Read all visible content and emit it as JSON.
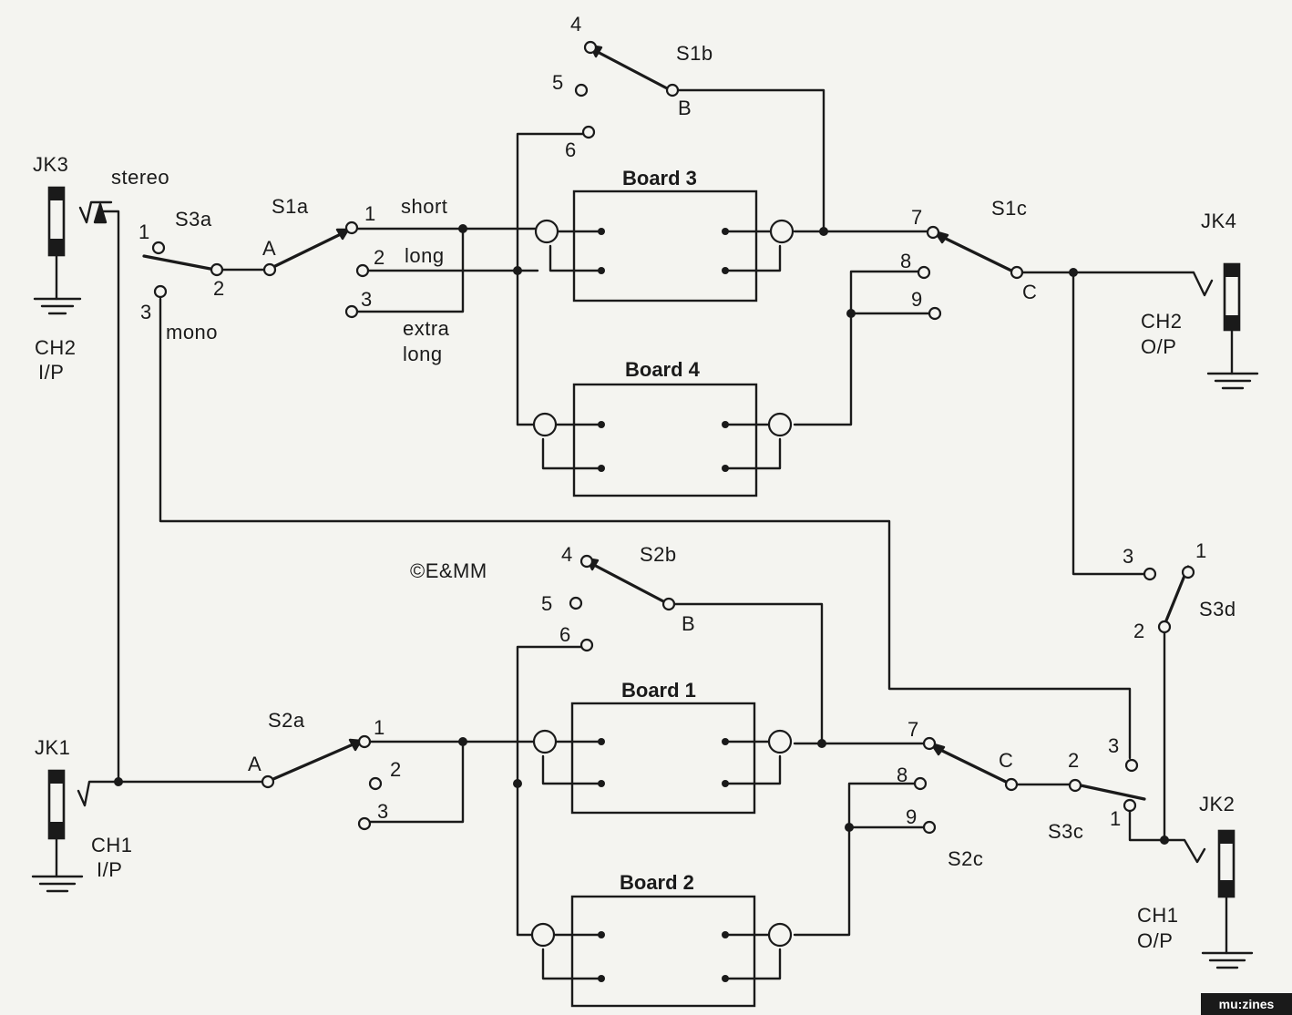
{
  "boards": {
    "board3": "Board 3",
    "board4": "Board 4",
    "board1": "Board 1",
    "board2": "Board 2"
  },
  "jacks": {
    "jk3": "JK3",
    "jk4": "JK4",
    "jk1": "JK1",
    "jk2": "JK2"
  },
  "jack_labels": {
    "ch2_ip_line1": "CH2",
    "ch2_ip_line2": "I/P",
    "ch2_op_line1": "CH2",
    "ch2_op_line2": "O/P",
    "ch1_ip_line1": "CH1",
    "ch1_ip_line2": "I/P",
    "ch1_op_line1": "CH1",
    "ch1_op_line2": "O/P"
  },
  "switches": {
    "s1a": "S1a",
    "s1b": "S1b",
    "s1c": "S1c",
    "s2a": "S2a",
    "s2b": "S2b",
    "s2c": "S2c",
    "s3a": "S3a",
    "s3c": "S3c",
    "s3d": "S3d"
  },
  "poles": {
    "a": "A",
    "b": "B",
    "c": "C"
  },
  "mode_labels": {
    "stereo": "stereo",
    "mono": "mono",
    "short": "short",
    "long": "long",
    "extra": "extra",
    "long2": "long"
  },
  "terminals": {
    "t1": "1",
    "t2": "2",
    "t3": "3",
    "t4": "4",
    "t5": "5",
    "t6": "6",
    "t7": "7",
    "t8": "8",
    "t9": "9"
  },
  "copyright": "©E&MM",
  "badge": "mu:zines"
}
